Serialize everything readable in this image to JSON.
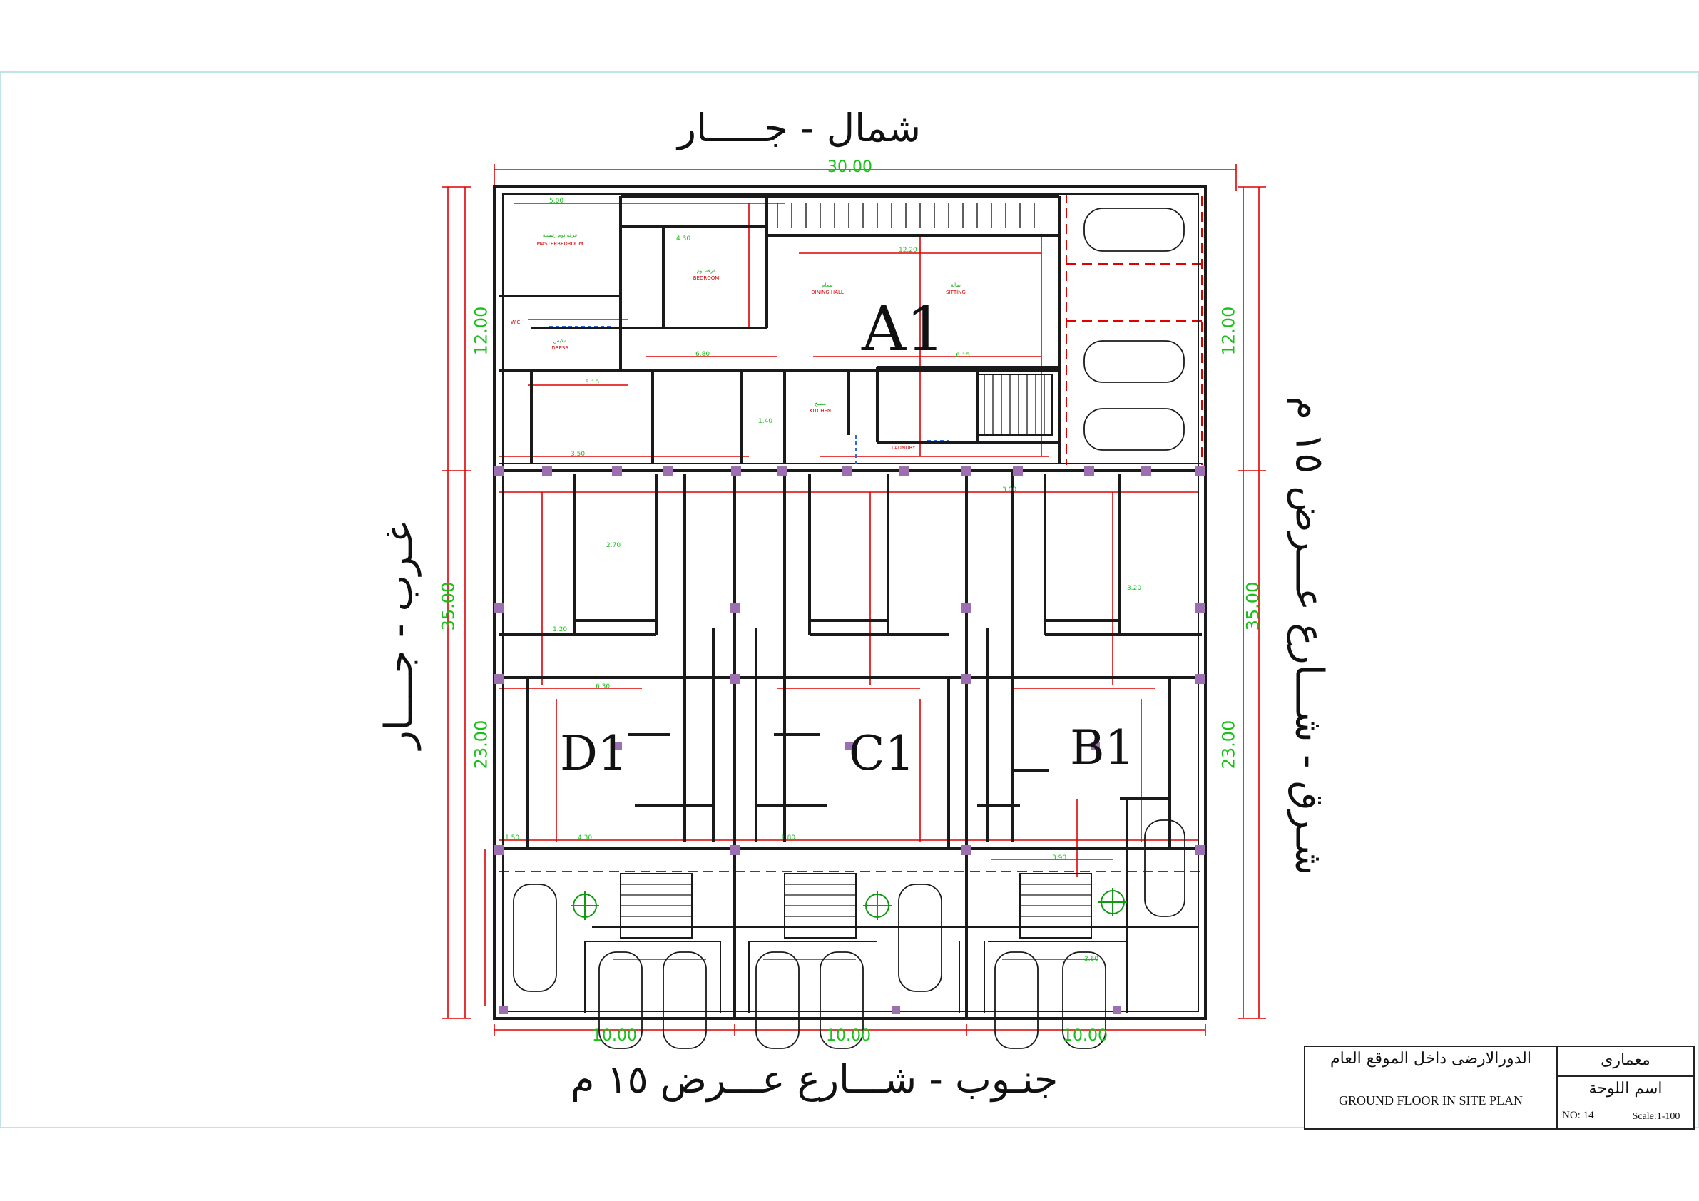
{
  "orientation": {
    "north": "شمال - جـــــار",
    "south": "جنـوب - شـــارع عـــرض ١٥ م",
    "west": "غـرب - جــــار",
    "east": "شـرق - شـــارع عـــرض ١٥ م"
  },
  "dimensions": {
    "top": "30.00",
    "left_total": "35.00",
    "right_total": "35.00",
    "left_upper": "12.00",
    "right_upper": "12.00",
    "left_lower": "23.00",
    "right_lower": "23.00",
    "bottom_a": "10.00",
    "bottom_b": "10.00",
    "bottom_c": "10.00"
  },
  "units": [
    "A1",
    "D1",
    "C1",
    "B1"
  ],
  "rooms": {
    "master_ar": "غرفة نوم رئيسية",
    "master_en": "MASTERBEDROOM",
    "bed_ar": "غرفة نوم",
    "bed_en": "BEDROOM",
    "dining_ar": "طعام",
    "dining_en": "DINING HALL",
    "sitting_ar": "صالة",
    "sitting_en": "SITTING",
    "kitchen_ar": "مطبخ",
    "kitchen_en": "KITCHEN",
    "dress_ar": "ملابس",
    "dress_en": "DRESS",
    "wc": "W.C",
    "laundry": "LAUNDRY"
  },
  "inner_dims": [
    "5.00",
    "4.30",
    "12.20",
    "6.80",
    "5.10",
    "3.50",
    "6.15",
    "6.30",
    "4.30",
    "3.00",
    "1.50",
    "3.20",
    "1.80",
    "2.70",
    "1.20",
    "3.90",
    "1.40",
    "3.60"
  ],
  "title_block": {
    "discipline": "معمارى",
    "sheet_name_label": "اسم اللوحة",
    "title_ar": "الدورالارضى داخل الموقع العام",
    "title_en": "GROUND FLOOR IN SITE PLAN",
    "number": "NO: 14",
    "scale": "Scale:1-100"
  },
  "colors": {
    "wall": "#1a1a1a",
    "dimension_red": "#e00000",
    "dimension_green": "#19c019",
    "label_red": "#d40000",
    "label_green": "#11aa11",
    "column": "#9b6fb0",
    "glass": "#2e6bd6"
  }
}
